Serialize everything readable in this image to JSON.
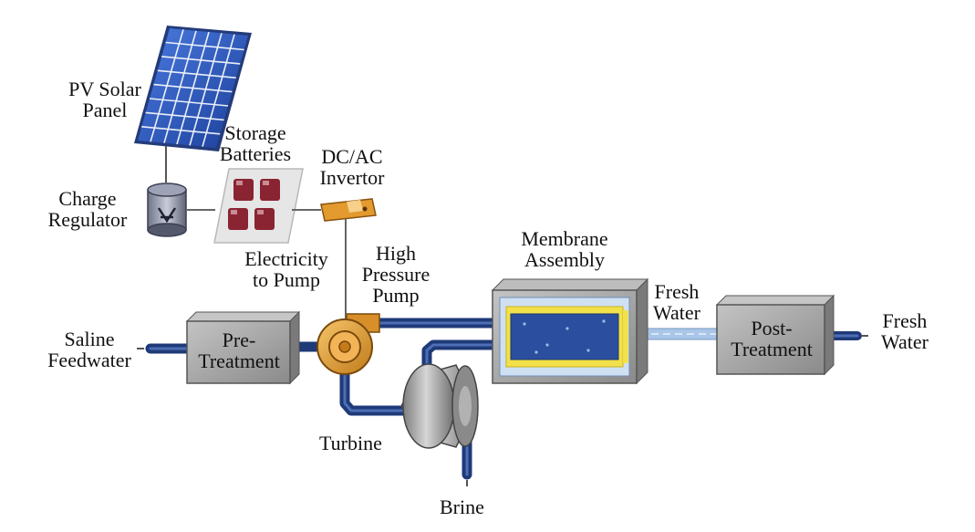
{
  "labels": {
    "pv_panel": [
      "PV Solar",
      "Panel"
    ],
    "storage_batteries": [
      "Storage",
      "Batteries"
    ],
    "inverter": [
      "DC/AC",
      "Invertor"
    ],
    "charge_regulator": [
      "Charge",
      "Regulator"
    ],
    "electricity_to_pump": [
      "Electricity",
      "to Pump"
    ],
    "high_pressure_pump": [
      "High",
      "Pressure",
      "Pump"
    ],
    "membrane_assembly": [
      "Membrane",
      "Assembly"
    ],
    "fresh_water_mid": [
      "Fresh",
      "Water"
    ],
    "fresh_water_out": [
      "Fresh",
      "Water"
    ],
    "saline_feedwater": [
      "Saline",
      "Feedwater"
    ],
    "pre_treatment": [
      "Pre-",
      "Treatment"
    ],
    "post_treatment": [
      "Post-",
      "Treatment"
    ],
    "turbine": "Turbine",
    "brine": "Brine"
  },
  "colors": {
    "pipe_dark": "#1f3a78",
    "pipe_light": "#a9c6e8",
    "box_gray": "#9a9a9a",
    "pump_orange": "#e0a040",
    "solar_blue": "#2f5fc4",
    "battery_red": "#8a2432",
    "membrane_yellow": "#f2e14a"
  }
}
